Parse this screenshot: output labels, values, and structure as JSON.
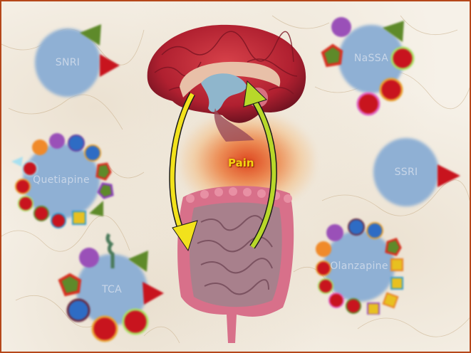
{
  "center": {
    "pain_label": "Pain",
    "organs": [
      "brain",
      "intestines"
    ],
    "arrows": [
      {
        "name": "descending-arrow",
        "direction": "brain-to-gut",
        "color": "#f2e21c"
      },
      {
        "name": "ascending-arrow",
        "direction": "gut-to-brain",
        "color": "#b8d82a"
      }
    ]
  },
  "drugs": [
    {
      "id": "snri",
      "label": "SNRI"
    },
    {
      "id": "nassa",
      "label": "NaSSA"
    },
    {
      "id": "quetiapine",
      "label": "Quetiapine"
    },
    {
      "id": "ssri",
      "label": "SSRI"
    },
    {
      "id": "tca",
      "label": "TCA"
    },
    {
      "id": "olanzapine",
      "label": "Olanzapine"
    }
  ],
  "colors": {
    "border": "#b5471a",
    "drug_body": "#8fb0d4",
    "drug_text": "#c8d6e8",
    "pain_text": "#f4d410",
    "receptor_red": "#c8141e",
    "receptor_green": "#5e8a2a",
    "receptor_blue": "#2e6cc4",
    "receptor_purple": "#9a50b8",
    "receptor_orange": "#f08a2a",
    "receptor_yellow": "#e8c020"
  }
}
